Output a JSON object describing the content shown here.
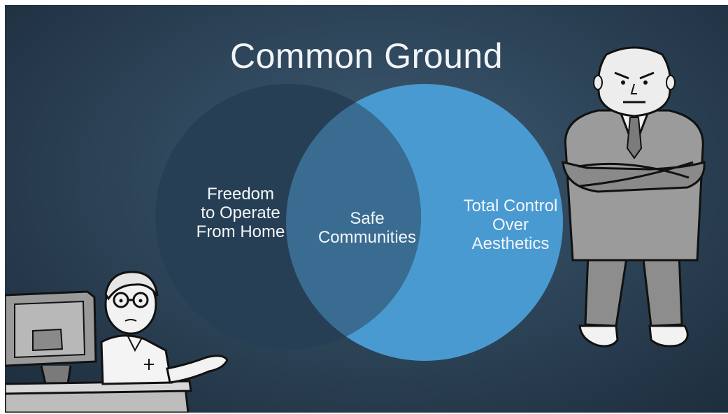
{
  "diagram": {
    "title": "Common Ground",
    "sets": [
      {
        "label": "Freedom\nto Operate\nFrom Home",
        "color": "#273f54"
      },
      {
        "label": "Total Control\nOver\nAesthetics",
        "color": "#4a9ad2"
      }
    ],
    "intersection": {
      "label": "Safe\nCommunities",
      "color": "#3a6c92"
    }
  }
}
